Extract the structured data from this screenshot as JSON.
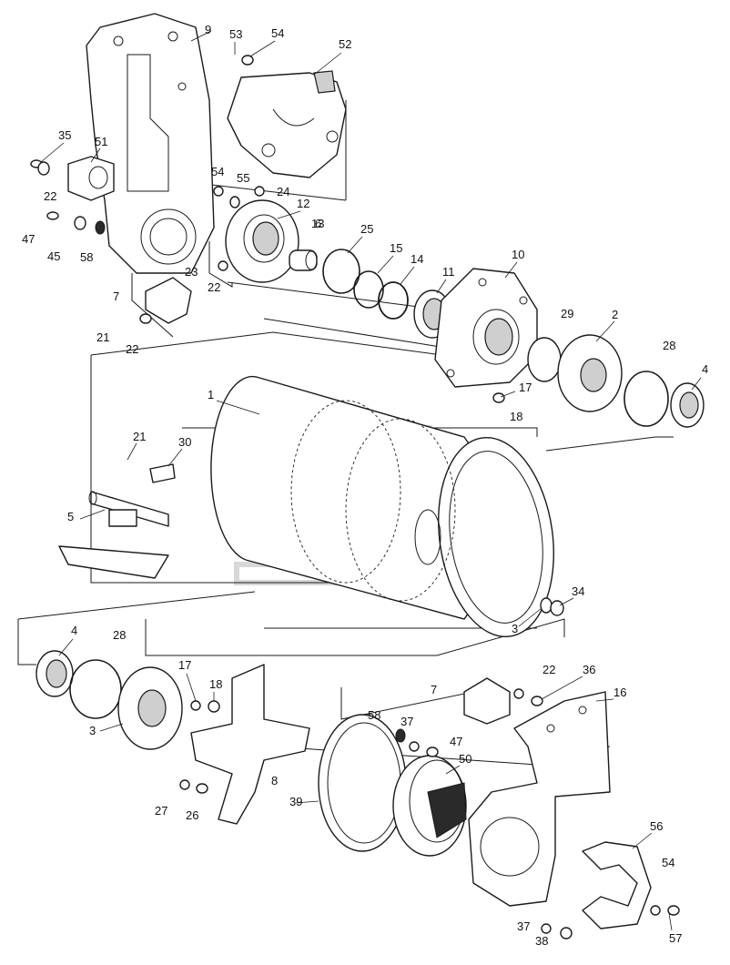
{
  "diagram": {
    "type": "exploded-parts-view",
    "line_color": "#1a1a1a",
    "callouts": [
      "1",
      "2",
      "3",
      "3",
      "4",
      "4",
      "5",
      "6",
      "7",
      "7",
      "8",
      "9",
      "10",
      "11",
      "12",
      "13",
      "14",
      "15",
      "16",
      "17",
      "17",
      "18",
      "18",
      "21",
      "21",
      "22",
      "22",
      "22",
      "22",
      "23",
      "24",
      "25",
      "26",
      "27",
      "28",
      "28",
      "29",
      "30",
      "34",
      "35",
      "36",
      "37",
      "37",
      "38",
      "39",
      "45",
      "47",
      "47",
      "50",
      "51",
      "52",
      "53",
      "54",
      "54",
      "54",
      "55",
      "56",
      "57",
      "58",
      "58"
    ]
  }
}
